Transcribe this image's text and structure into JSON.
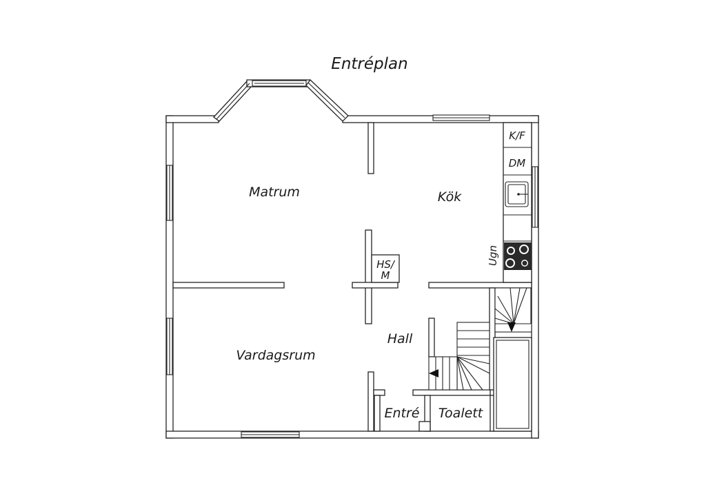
{
  "floor_title": "Entréplan",
  "rooms": {
    "matrum": "Matrum",
    "kok": "Kök",
    "vardagsrum": "Vardagsrum",
    "hall": "Hall",
    "entre": "Entré",
    "toalett": "Toalett"
  },
  "fixtures": {
    "kf": "K/F",
    "dm": "DM",
    "ugn": "Ugn",
    "hsm_line1": "HS/",
    "hsm_line2": "M"
  },
  "colors": {
    "wall_stroke": "#222222",
    "background": "#ffffff",
    "stove_burner": "#222222"
  },
  "icons": [
    "sink-icon",
    "stove-icon",
    "stair-arrow-icon"
  ]
}
